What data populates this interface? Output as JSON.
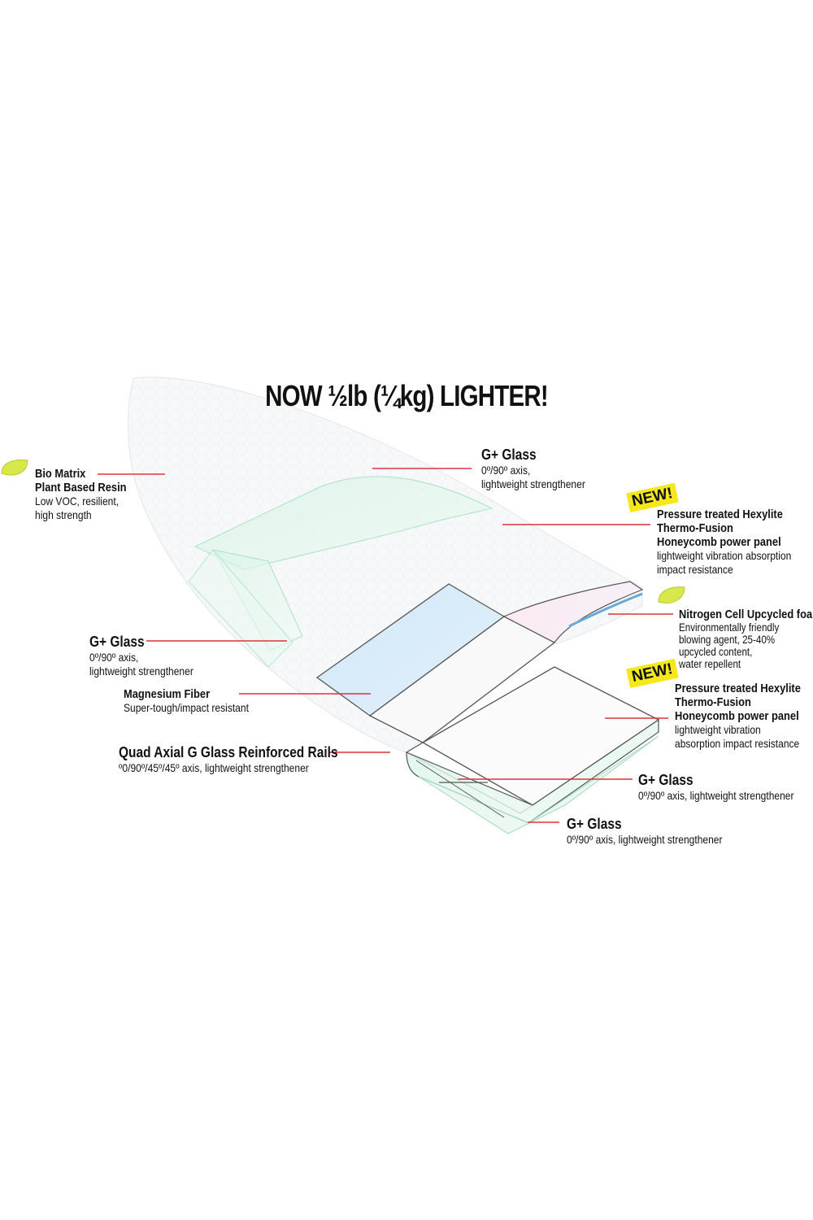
{
  "headline": "NOW ½lb (¼kg) LIGHTER!",
  "badge_text": "NEW!",
  "accent_colors": {
    "leader": "#e0323a",
    "leaf": "#d6e84a",
    "badge": "#f5e81a",
    "glass": "#9fe0c0",
    "magnesium": "#b9dcf5"
  },
  "labels": {
    "bio_matrix": {
      "title_1": "Bio Matrix",
      "title_2": "Plant Based Resin",
      "desc_1": "Low VOC, resilient,",
      "desc_2": "high strength"
    },
    "g_glass_top": {
      "title": "G+ Glass",
      "desc_1": "0º/90º axis,",
      "desc_2": "lightweight strengthener"
    },
    "hexylite_top": {
      "title_1": "Pressure treated Hexylite",
      "title_2": "Thermo-Fusion",
      "title_3": "Honeycomb power panel",
      "desc_1": "lightweight vibration absorption",
      "desc_2": "impact resistance"
    },
    "nitrogen_foam": {
      "title": "Nitrogen Cell Upcycled foam",
      "desc_1": "Environmentally friendly",
      "desc_2": "blowing agent, 25-40%",
      "desc_3": "upcycled content,",
      "desc_4": "water repellent"
    },
    "g_glass_left": {
      "title": "G+ Glass",
      "desc_1": "0º/90º axis,",
      "desc_2": "lightweight strengthener"
    },
    "magnesium": {
      "title": "Magnesium Fiber",
      "desc": "Super-tough/impact resistant"
    },
    "hexylite_bottom": {
      "title_1": "Pressure treated Hexylite",
      "title_2": "Thermo-Fusion",
      "title_3": "Honeycomb power panel",
      "desc_1": "lightweight vibration",
      "desc_2": "absorption impact resistance"
    },
    "quad_axial": {
      "title": "Quad Axial G Glass Reinforced Rails",
      "desc": "º0/90º/45º/45º axis, lightweight strengthener"
    },
    "g_glass_bottom_1": {
      "title": "G+ Glass",
      "desc": "0º/90º axis, lightweight strengthener"
    },
    "g_glass_bottom_2": {
      "title": "G+ Glass",
      "desc": "0º/90º axis, lightweight strengthener"
    }
  }
}
